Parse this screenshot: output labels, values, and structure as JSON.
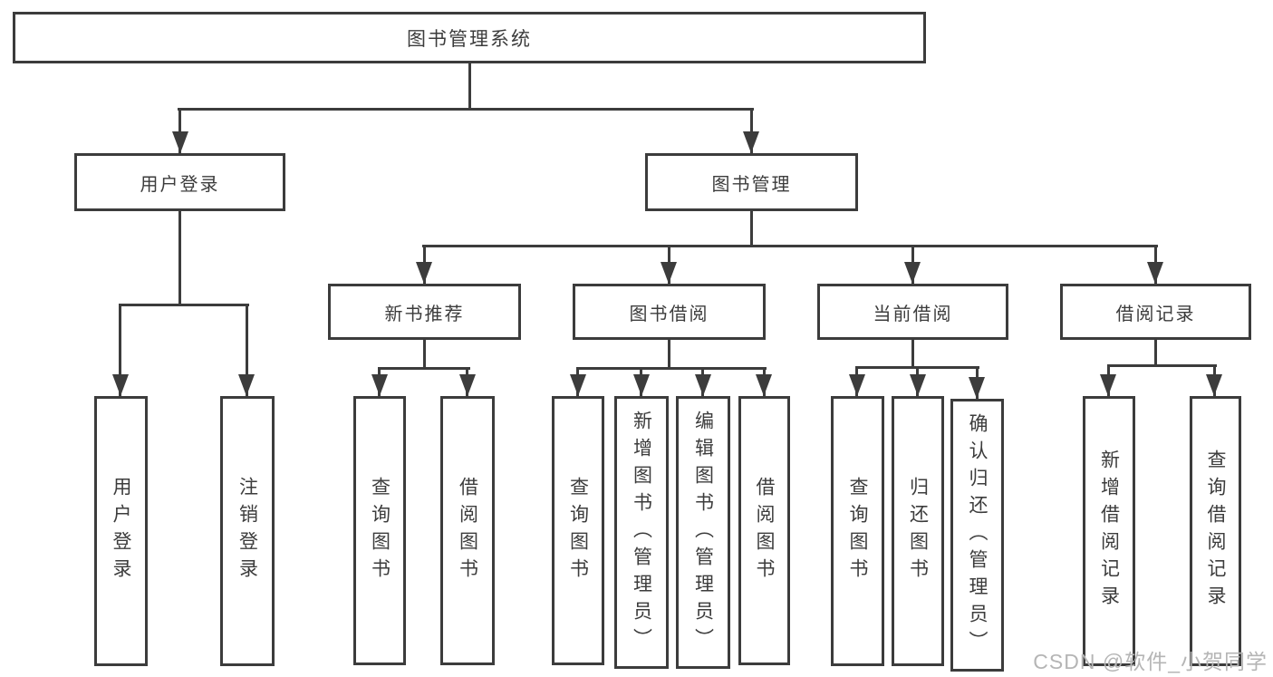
{
  "diagram": {
    "tree": {
      "label": "图书管理系统",
      "children": [
        {
          "label": "用户登录",
          "children": [
            {
              "label": "用户登录"
            },
            {
              "label": "注销登录"
            }
          ]
        },
        {
          "label": "图书管理",
          "children": [
            {
              "label": "新书推荐",
              "children": [
                {
                  "label": "查询图书"
                },
                {
                  "label": "借阅图书"
                }
              ]
            },
            {
              "label": "图书借阅",
              "children": [
                {
                  "label": "查询图书"
                },
                {
                  "label": "新增图书（管理员）"
                },
                {
                  "label": "编辑图书（管理员）"
                },
                {
                  "label": "借阅图书"
                }
              ]
            },
            {
              "label": "当前借阅",
              "children": [
                {
                  "label": "查询图书"
                },
                {
                  "label": "归还图书"
                },
                {
                  "label": "确认归还（管理员）"
                }
              ]
            },
            {
              "label": "借阅记录",
              "children": [
                {
                  "label": "新增借阅记录"
                },
                {
                  "label": "查询借阅记录"
                }
              ]
            }
          ]
        }
      ]
    }
  },
  "watermark": "CSDN @软件_小贺同学",
  "colors": {
    "line": "#3c3c3c",
    "text": "#3c3c3c",
    "background": "#ffffff",
    "watermark": "#b5b5b5"
  }
}
